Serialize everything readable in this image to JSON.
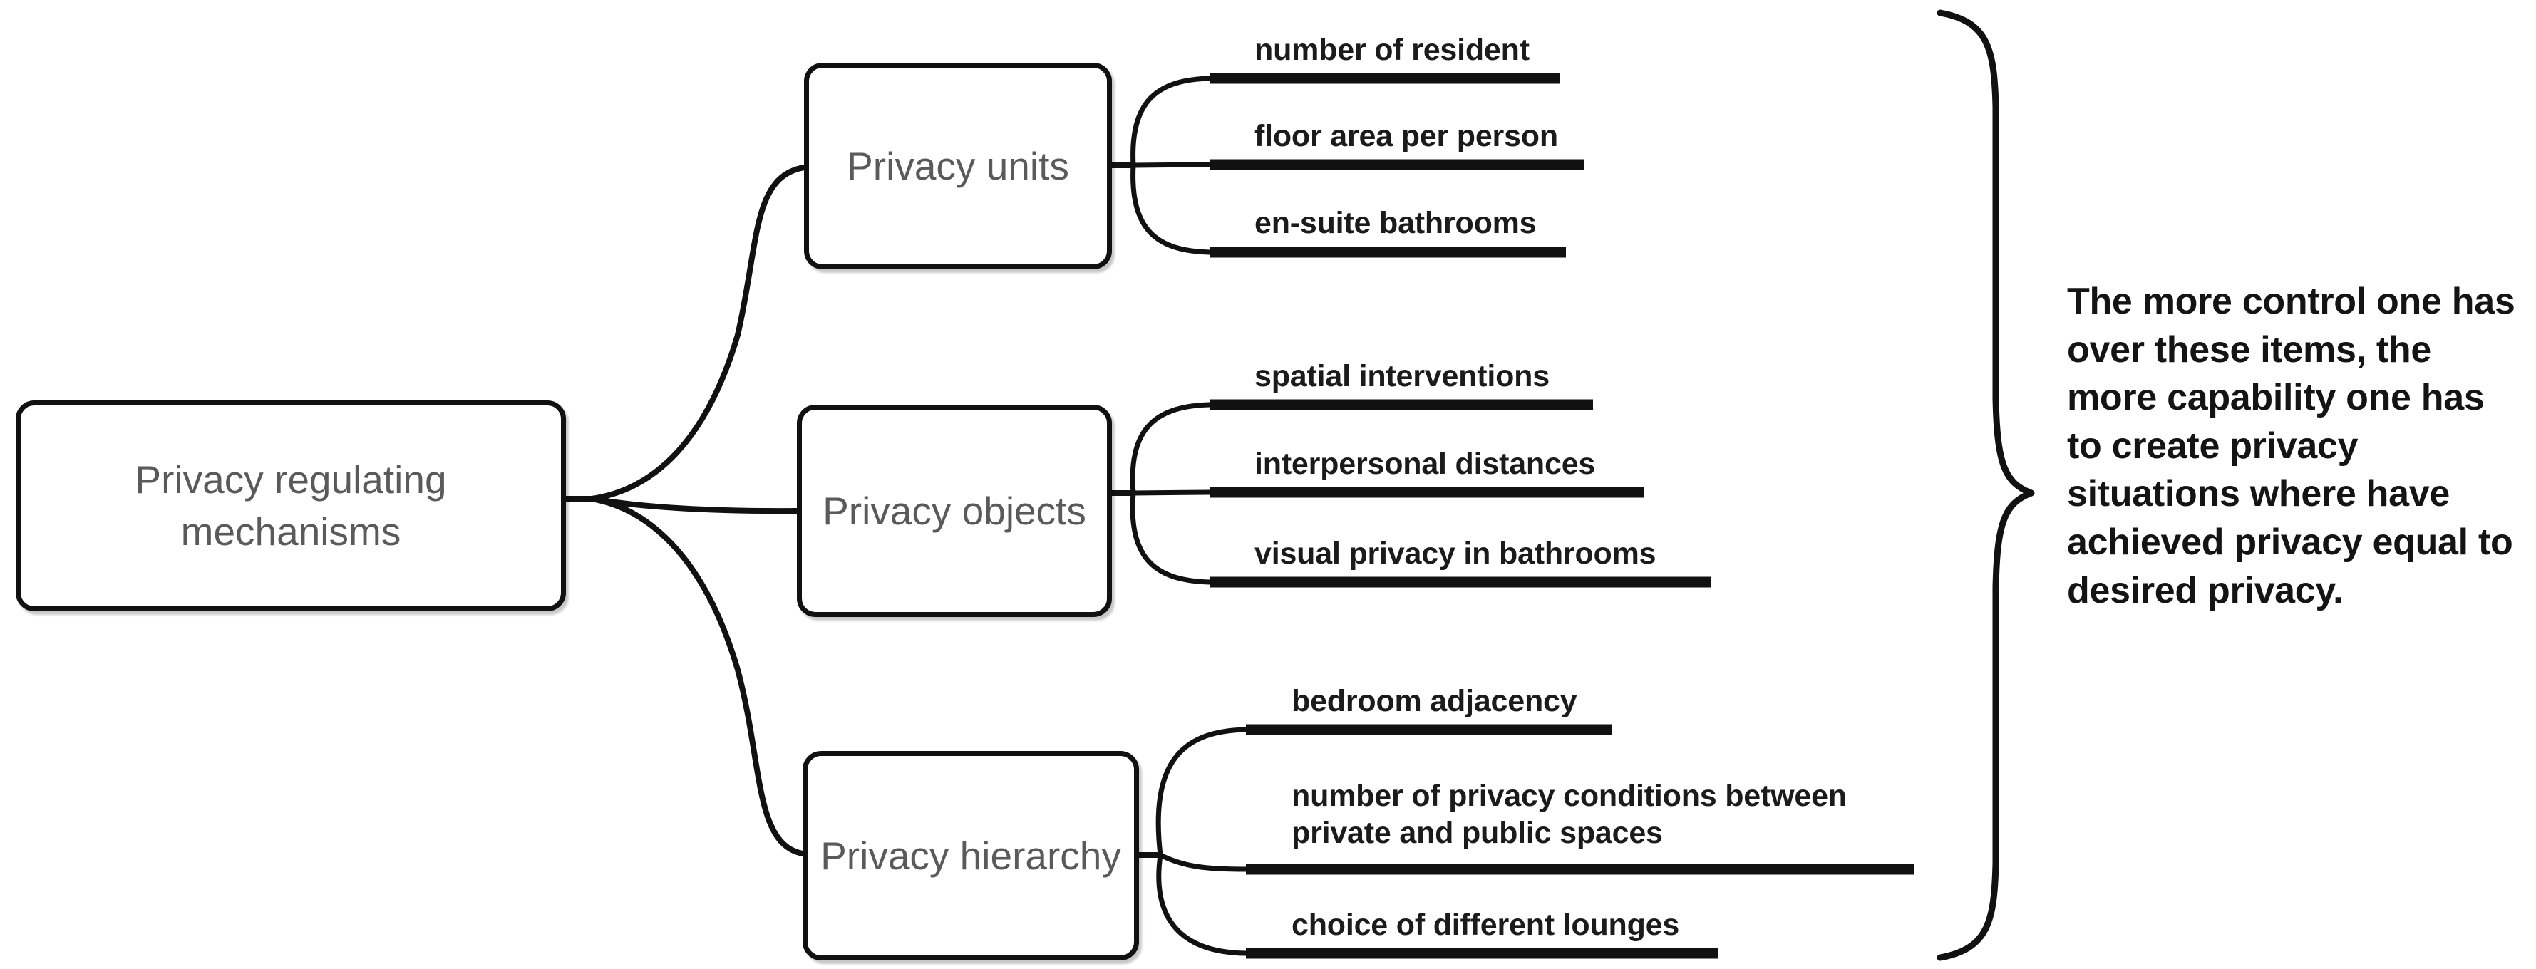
{
  "diagram": {
    "type": "mind-map",
    "root": {
      "label": "Privacy regulating\nmechanisms"
    },
    "branches": [
      {
        "label": "Privacy\nunits",
        "items": [
          {
            "text": "number of resident"
          },
          {
            "text": "floor area per person"
          },
          {
            "text": "en-suite bathrooms"
          }
        ]
      },
      {
        "label": "Privacy\nobjects",
        "items": [
          {
            "text": "spatial interventions"
          },
          {
            "text": "interpersonal distances"
          },
          {
            "text": "visual privacy in bathrooms"
          }
        ]
      },
      {
        "label": "Privacy\nhierarchy",
        "items": [
          {
            "text": "bedroom adjacency"
          },
          {
            "text": "number of privacy conditions between\nprivate and public spaces"
          },
          {
            "text": "choice of different lounges"
          }
        ]
      }
    ],
    "annotation": {
      "text": "The more control one has over these items, the more capability one has to create privacy situations where have achieved privacy equal to desired privacy."
    },
    "colors": {
      "stroke": "#111111",
      "box_text": "#5a5a5a",
      "leaf_text": "#1b1b1b",
      "background": "#ffffff"
    }
  }
}
